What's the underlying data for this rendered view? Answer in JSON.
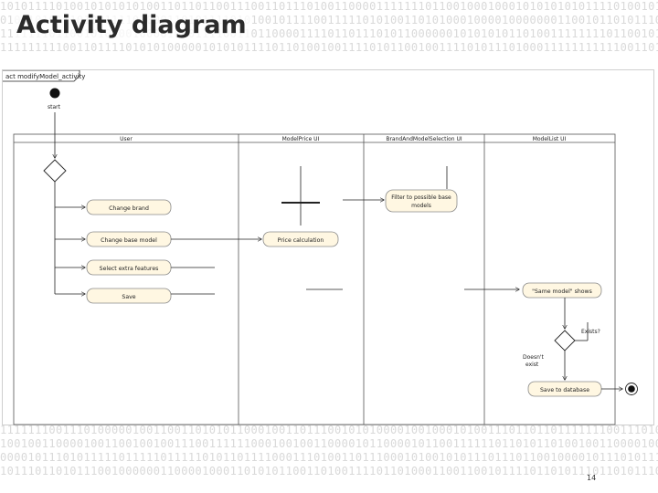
{
  "slide": {
    "title": "Activity diagram",
    "page_number": "14"
  },
  "decoration": {
    "binary_rows": [
      "10101111010010101010100110110110011100110111010011000011111110110010001000101010",
      "01011010111010011110100011010111101010010111100111110101001101010001000010000000110",
      "11111110110010101001000010001111001101100001111011011101011000000101010101101001",
      "11111111100110111101010100000101010111101101001001111010110010011110101110100011"
    ],
    "binary_rows_bottom": [
      "11111110011101000001001100110101011000100110111001010100001001000101001110110110",
      "10010011000010011001001001110011111100010010011000010110000101100111111011010110",
      "00001011101011111011111011111010110111100011101001101110001010010101110111011001",
      "10111011010111001000000110000100011010101100110100111101101000110011001011110110"
    ]
  },
  "diagram": {
    "frame_label": "act modifyModel_activity",
    "start_label": "start",
    "swimlanes": [
      "User",
      "ModelPrice UI",
      "BrandAndModelSelection UI",
      "ModelList UI"
    ],
    "actions": {
      "change_brand": "Change brand",
      "change_base_model": "Change base model",
      "select_extra_features": "Select extra features",
      "save": "Save",
      "price_calculation": "Price calculation",
      "filter_models": [
        "Filter to possible base",
        "models"
      ],
      "same_model_shows": "\"Same model\" shows",
      "save_to_database": "Save to database"
    },
    "guards": {
      "exists": "Exists?",
      "doesnt_exist": [
        "Doesn't",
        "exist"
      ]
    }
  }
}
